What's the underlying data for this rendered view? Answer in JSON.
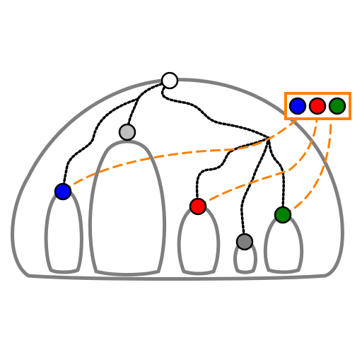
{
  "diagram": {
    "colors": {
      "outline": "#7f7f7f",
      "tree_edge": "#000000",
      "link": "#ff8000",
      "highlight_box": "#ff8000",
      "root_fill": "#ffffff",
      "node_blue": "#0000ff",
      "node_red": "#ff0000",
      "node_green": "#008000",
      "node_light_gray": "#c0c0c0",
      "node_dark_gray": "#7f7f7f"
    },
    "nodes": [
      {
        "id": "root",
        "color_key": "root_fill"
      },
      {
        "id": "light-gray",
        "color_key": "node_light_gray"
      },
      {
        "id": "blue",
        "color_key": "node_blue"
      },
      {
        "id": "red",
        "color_key": "node_red"
      },
      {
        "id": "dark-gray",
        "color_key": "node_dark_gray"
      },
      {
        "id": "green",
        "color_key": "node_green"
      }
    ],
    "legend_swatches": [
      {
        "id": "blue",
        "color_key": "node_blue"
      },
      {
        "id": "red",
        "color_key": "node_red"
      },
      {
        "id": "green",
        "color_key": "node_green"
      }
    ]
  }
}
